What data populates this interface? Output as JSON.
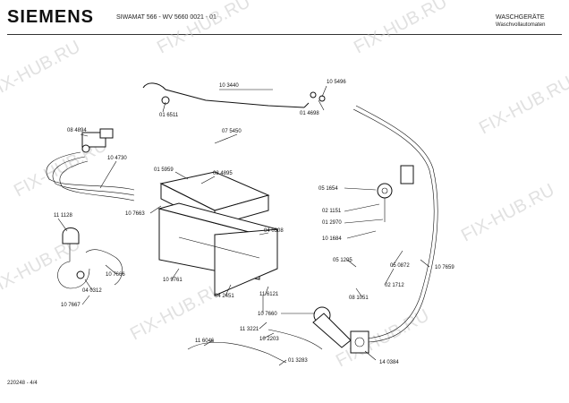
{
  "header": {
    "brand": "SIEMENS",
    "model": "SIWAMAT 566 - WV 5660 0021 - 01",
    "category_line1": "WASCHGERÄTE",
    "category_line2": "Waschvollautomaten"
  },
  "footer": {
    "page": "220248 - 4/4"
  },
  "watermark": "FIX-HUB.RU",
  "parts": [
    "10 3440",
    "10 5496",
    "01 6511",
    "01 4698",
    "08 4894",
    "07 5450",
    "10 4730",
    "01 5959",
    "08 4895",
    "05 1654",
    "10 7663",
    "02 1151",
    "01 2970",
    "11 1128",
    "04 0308",
    "10 1684",
    "10 7666",
    "10 9761",
    "05 1205",
    "05 0872",
    "04 0312",
    "10 7659",
    "04 2451",
    "11 6121",
    "02 1712",
    "10 7667",
    "08 1051",
    "10 7660",
    "11 3221",
    "10 2203",
    "11 6046",
    "01 3283",
    "14 0384"
  ]
}
